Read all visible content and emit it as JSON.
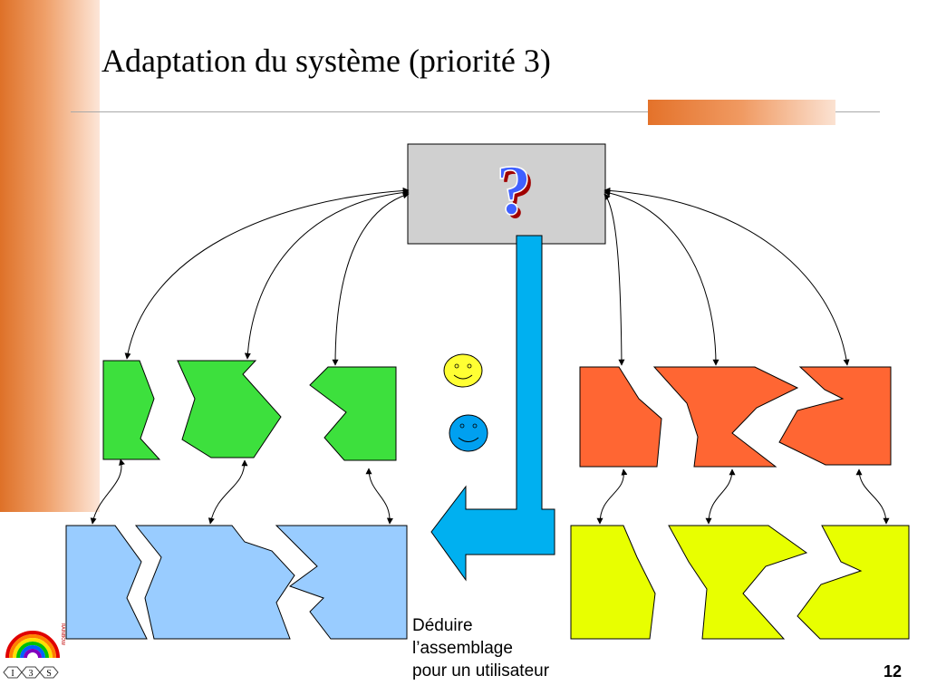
{
  "slide": {
    "title": "Adaptation du système (priorité 3)",
    "caption_lines": [
      "Déduire",
      "l’assemblage",
      "pour un utilisateur"
    ],
    "page_number": "12"
  },
  "central_box": {
    "symbol": "?",
    "fill": "#d0d0d0"
  },
  "logo": {
    "letters": [
      "I",
      "3",
      "S"
    ],
    "vertical_text": "RAINBOW"
  },
  "colors": {
    "green_piece": "#3de03d",
    "orange_piece": "#ff6633",
    "blue_piece": "#99ccff",
    "yellow_piece": "#e8ff00",
    "cyan_arrow": "#00b0f0",
    "yellow_smiley": "#ffff33",
    "blue_smiley": "#00a0f0"
  }
}
